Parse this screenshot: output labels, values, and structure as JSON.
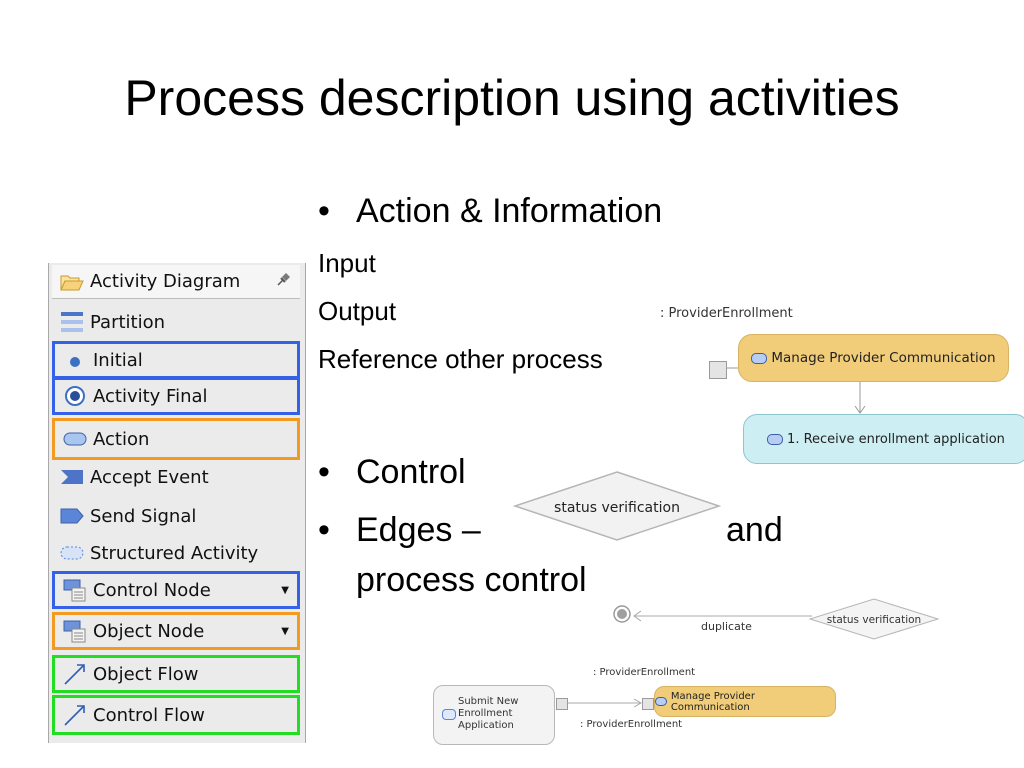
{
  "slide": {
    "title": "Process description using activities"
  },
  "bullets": {
    "b1": "Action & Information",
    "b1_sub": [
      "Input",
      "Output",
      "Reference other process"
    ],
    "b2": "Control",
    "b3_line1": "Edges –",
    "b3_tail": "and",
    "b3_line2": "process control",
    "bullet_char": "•"
  },
  "palette": {
    "header": "Activity Diagram",
    "items": [
      {
        "label": "Partition",
        "icon": "partition-icon"
      },
      {
        "label": "Initial",
        "icon": "initial-node-icon"
      },
      {
        "label": "Activity Final",
        "icon": "activity-final-icon"
      },
      {
        "label": "Action",
        "icon": "action-icon"
      },
      {
        "label": "Accept Event",
        "icon": "accept-event-icon"
      },
      {
        "label": "Send Signal",
        "icon": "send-signal-icon"
      },
      {
        "label": "Structured Activity",
        "icon": "structured-activity-icon"
      },
      {
        "label": "Control Node",
        "icon": "control-node-icon"
      },
      {
        "label": "Object Node",
        "icon": "object-node-icon"
      },
      {
        "label": "Object Flow",
        "icon": "object-flow-icon"
      },
      {
        "label": "Control Flow",
        "icon": "control-flow-icon"
      }
    ],
    "colors": {
      "blue": "#3461e6",
      "orange": "#f39a23",
      "green": "#22dd22"
    }
  },
  "diagram_top": {
    "pin_label": ": ProviderEnrollment",
    "node1": "Manage Provider Communication",
    "node2": "1. Receive enrollment application"
  },
  "decision_large": {
    "label": "status verification"
  },
  "diagram_mid": {
    "edge_label": "duplicate",
    "decision_label": "status verification"
  },
  "diagram_bottom": {
    "pin_label_top": ": ProviderEnrollment",
    "pin_label_bottom": ": ProviderEnrollment",
    "left_node": "Submit New Enrollment Application",
    "right_node": "Manage Provider Communication"
  }
}
